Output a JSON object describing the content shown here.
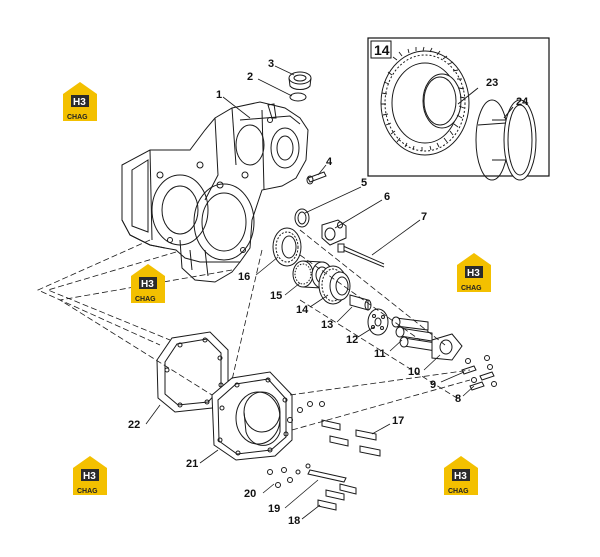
{
  "diagram": {
    "callouts": [
      "1",
      "2",
      "3",
      "4",
      "5",
      "6",
      "7",
      "8",
      "9",
      "10",
      "11",
      "12",
      "13",
      "14",
      "15",
      "16",
      "17",
      "18",
      "19",
      "20",
      "21",
      "22",
      "23",
      "24"
    ],
    "inset_label": "14",
    "watermark": {
      "mark": "H3",
      "sub": "CHAG"
    },
    "colors": {
      "line": "#1a1a1a",
      "logo_yellow": "#f3c000",
      "logo_dark": "#2b2b2b"
    }
  }
}
